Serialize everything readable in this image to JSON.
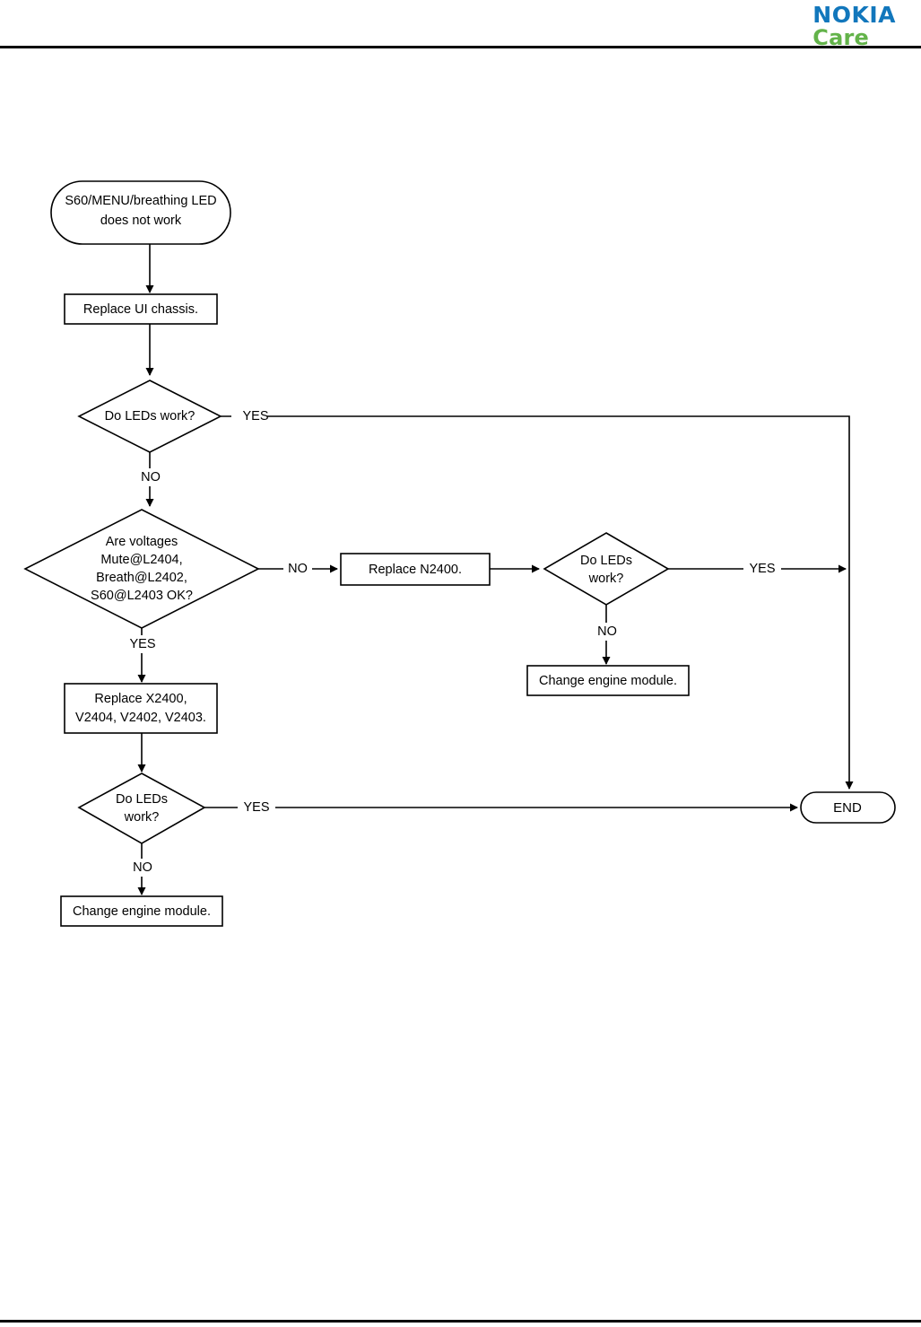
{
  "header": {
    "brand_primary": "NOKIA",
    "brand_secondary": "Care",
    "brand_primary_color": "#1277bc",
    "brand_secondary_color": "#63b34a",
    "rule_color": "#000000"
  },
  "diagram": {
    "type": "flowchart",
    "title": "S60/MENU/breathing LED does not work troubleshooting",
    "nodes": {
      "start": {
        "shape": "stadium",
        "line1": "S60/MENU/breathing LED",
        "line2": "does not work"
      },
      "replace_ui_chassis": {
        "shape": "process",
        "line1": "Replace UI chassis."
      },
      "decision_leds_1": {
        "shape": "decision",
        "line1": "Do LEDs work?"
      },
      "decision_voltages": {
        "shape": "decision",
        "line1": "Are voltages",
        "line2": "Mute@L2404,",
        "line3": "Breath@L2402,",
        "line4": "S60@L2403 OK?"
      },
      "replace_n2400": {
        "shape": "process",
        "line1": "Replace N2400."
      },
      "decision_leds_2": {
        "shape": "decision",
        "line1": "Do LEDs",
        "line2": "work?"
      },
      "change_engine_module_1": {
        "shape": "process",
        "line1": "Change engine module."
      },
      "replace_x2400": {
        "shape": "process",
        "line1": "Replace X2400,",
        "line2": "V2404, V2402, V2403."
      },
      "decision_leds_3": {
        "shape": "decision",
        "line1": "Do LEDs",
        "line2": "work?"
      },
      "change_engine_module_2": {
        "shape": "process",
        "line1": "Change engine module."
      },
      "end": {
        "shape": "stadium",
        "line1": "END"
      }
    },
    "edge_labels": {
      "leds1_yes": "YES",
      "leds1_no": "NO",
      "voltages_no": "NO",
      "voltages_yes": "YES",
      "leds2_yes": "YES",
      "leds2_no": "NO",
      "leds3_yes": "YES",
      "leds3_no": "NO"
    }
  }
}
